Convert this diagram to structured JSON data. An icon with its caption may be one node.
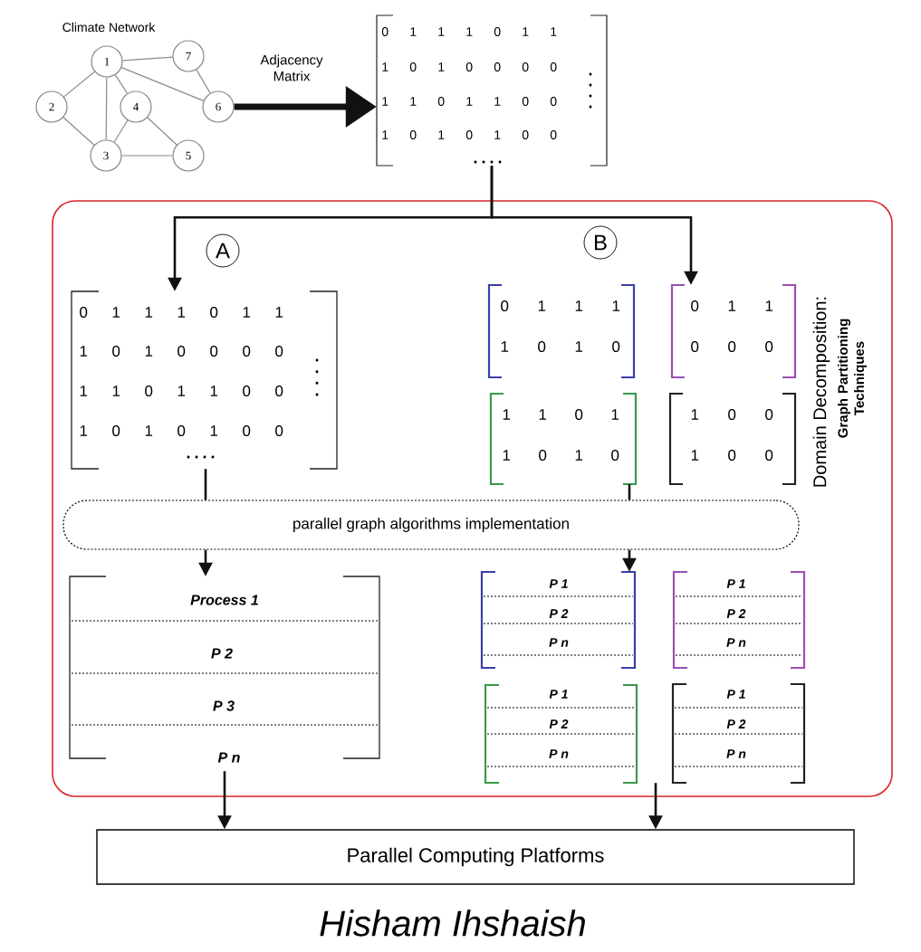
{
  "diagram": {
    "caption": "Hisham Ihshaish",
    "nodes": [
      {
        "text": [
          "1"
        ]
      },
      {
        "text": [
          "2"
        ]
      },
      {
        "text": [
          "3"
        ]
      },
      {
        "text": [
          "4"
        ]
      },
      {
        "text": [
          "5"
        ]
      },
      {
        "text": [
          "6"
        ]
      },
      {
        "text": [
          "7"
        ]
      },
      {
        "text": [
          "0 1 1 1 0 1 1",
          "1 0 1 0 0 0 0",
          "1 1 0 1 1 0 0",
          "1 0 1 0 1 0 0"
        ]
      },
      {
        "text": [],
        "shape": "box"
      },
      {
        "text": [
          "A"
        ],
        "in": 8
      },
      {
        "text": [
          "B"
        ],
        "in": 8
      },
      {
        "text": [
          "0 1 1 1 0 1 1",
          "1 0 1 0 0 0 0",
          "1 1 0 1 1 0 0",
          "1 0 1 0 1 0 0"
        ],
        "in": 8
      },
      {
        "text": [
          "0 1 1 1",
          "1 0 1 0"
        ],
        "in": 8
      },
      {
        "text": [
          "0 1 1",
          "0 0 0"
        ],
        "in": 8
      },
      {
        "text": [
          "1 1 0 1",
          "1 0 1 0"
        ],
        "in": 8
      },
      {
        "text": [
          "1 0 0",
          "1 0 0"
        ],
        "in": 8
      },
      {
        "text": [
          "parallel graph algorithms implementation"
        ],
        "in": 8
      },
      {
        "text": [
          "Process 1",
          "P 2",
          "P 3",
          "P n"
        ],
        "in": 8
      },
      {
        "text": [
          "P 1",
          "P 2",
          "P n"
        ],
        "in": 8
      },
      {
        "text": [
          "P 1",
          "P 2",
          "P n"
        ],
        "in": 8
      },
      {
        "text": [
          "P 1",
          "P 2",
          "P n"
        ],
        "in": 8
      },
      {
        "text": [
          "P 1",
          "P 2",
          "P n"
        ],
        "in": 8
      },
      {
        "text": [
          "Parallel Computing Platforms"
        ]
      }
    ],
    "edges": [
      {
        "from": 0,
        "to": 6,
        "arrow": "none"
      },
      {
        "from": 0,
        "to": 5,
        "arrow": "none"
      },
      {
        "from": 0,
        "to": 1,
        "arrow": "none"
      },
      {
        "from": 0,
        "to": 2,
        "arrow": "none"
      },
      {
        "from": 0,
        "to": 3,
        "arrow": "none"
      },
      {
        "from": 1,
        "to": 2,
        "arrow": "none"
      },
      {
        "from": 3,
        "to": 2,
        "arrow": "none"
      },
      {
        "from": 3,
        "to": 4,
        "arrow": "none"
      },
      {
        "from": 2,
        "to": 4,
        "arrow": "none"
      },
      {
        "from": 6,
        "to": 5,
        "arrow": "none"
      },
      {
        "from": 5,
        "to": 7,
        "arrow": "to",
        "label": "Adjacency Matrix",
        "style": "thick",
        "color": "#111111"
      },
      {
        "from": 7,
        "to": 11,
        "arrow": "to",
        "color": "#111111"
      },
      {
        "from": 7,
        "to": 13,
        "arrow": "to",
        "color": "#111111"
      },
      {
        "from": 11,
        "to": 16,
        "arrow": "none",
        "color": "#111111"
      },
      {
        "from": 16,
        "to": 17,
        "arrow": "to",
        "color": "#111111"
      },
      {
        "from": 14,
        "to": 16,
        "arrow": "none",
        "color": "#111111"
      },
      {
        "from": 16,
        "to": 18,
        "arrow": "to",
        "color": "#111111"
      },
      {
        "from": 17,
        "to": 22,
        "arrow": "to",
        "color": "#111111"
      },
      {
        "from": 20,
        "to": 22,
        "arrow": "to",
        "color": "#111111"
      }
    ],
    "labels": [
      "Climate Network",
      "Domain Decomposition:",
      "Graph Partitioning Techniques"
    ]
  }
}
